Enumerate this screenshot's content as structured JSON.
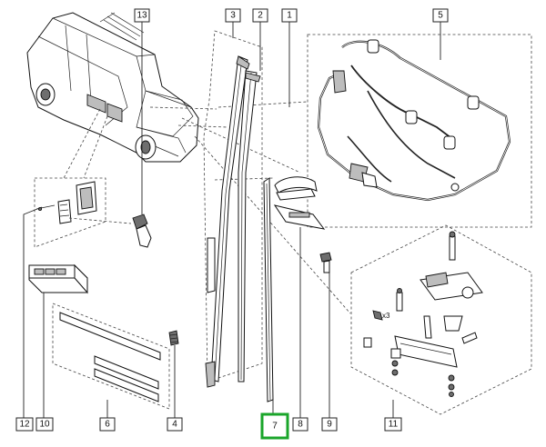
{
  "callouts": {
    "c1": "1",
    "c2": "2",
    "c3": "3",
    "c4": "4",
    "c5": "5",
    "c6": "6",
    "c7": "7",
    "c8": "8",
    "c9": "9",
    "c10": "10",
    "c11": "11",
    "c12": "12",
    "c13": "13"
  },
  "highlighted_callout": "7",
  "annotations": {
    "qty_x3": "x3"
  },
  "colors": {
    "highlight": "#1aa52a",
    "line": "#222222"
  }
}
